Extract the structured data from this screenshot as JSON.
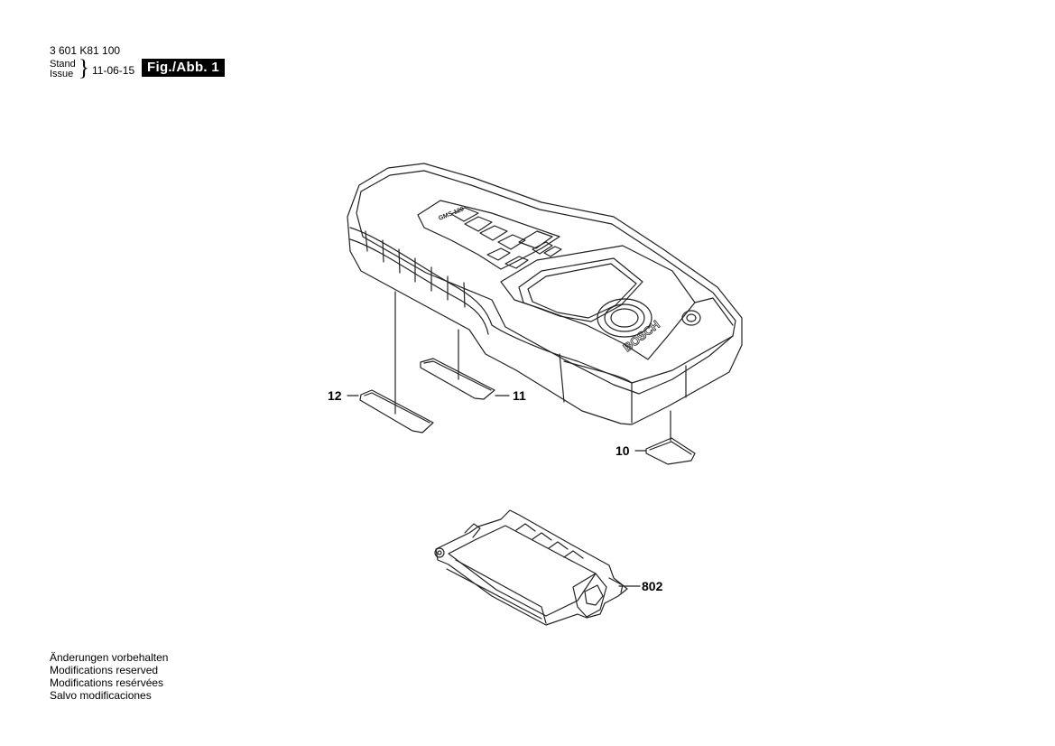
{
  "header": {
    "part_number": "3 601 K81 100",
    "stand_label": "Stand",
    "issue_label": "Issue",
    "date": "11-06-15",
    "figure": "Fig./Abb. 1"
  },
  "device_marks": {
    "brand": "BOSCH",
    "model": "GMS 120"
  },
  "callouts": {
    "c10": "10",
    "c11": "11",
    "c12": "12",
    "c802": "802"
  },
  "footer": {
    "line1": "Änderungen vorbehalten",
    "line2": "Modifications reserved",
    "line3": "Modifications resérvées",
    "line4": "Salvo modificaciones"
  }
}
